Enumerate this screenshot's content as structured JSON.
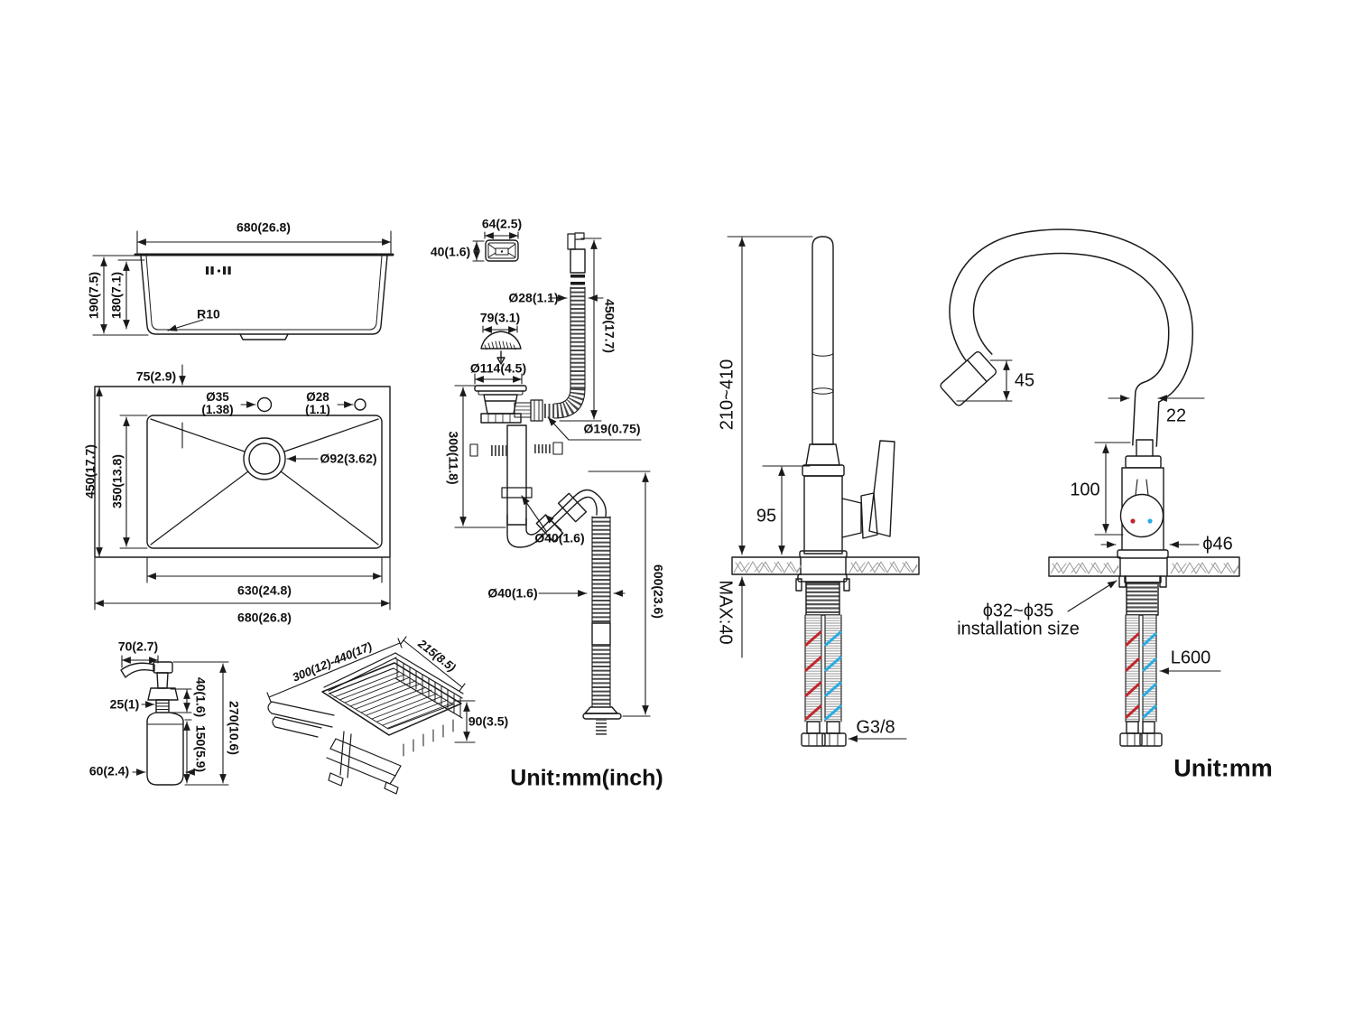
{
  "colors": {
    "line": "#1a1a1a",
    "hot": "#c1272d",
    "cold": "#29abe2",
    "hatch": "#9a9a9a"
  },
  "sink_side": {
    "width": "680(26.8)",
    "outer_height": "190(7.5)",
    "inner_height": "180(7.1)",
    "corner_radius": "R10"
  },
  "sink_top": {
    "hole_offset": "75(2.9)",
    "left_hole_mm": "Ø35",
    "left_hole_inch": "(1.38)",
    "right_hole_mm": "Ø28",
    "right_hole_inch": "(1.1)",
    "drain_diameter": "Ø92(3.62)",
    "outer_height": "450(17.7)",
    "inner_height": "350(13.8)",
    "inner_width": "630(24.8)",
    "outer_width": "680(26.8)"
  },
  "dispenser": {
    "spout_length": "70(2.7)",
    "neck_diameter": "25(1)",
    "thread_height": "40(1.6)",
    "bottle_height": "150(5.9)",
    "total_height": "270(10.6)",
    "bottle_diameter": "60(2.4)"
  },
  "rack": {
    "length_range": "300(12)-440(17)",
    "depth": "215(8.5)",
    "height": "90(3.5)"
  },
  "drain": {
    "cover_width": "64(2.5)",
    "cover_height": "40(1.6)",
    "overflow_hose_diameter": "Ø28(1.1)",
    "strainer_width": "79(3.1)",
    "flange_diameter": "Ø114(4.5)",
    "overflow_height": "450(17.7)",
    "barb_diameter": "Ø19(0.75)",
    "tailpipe_height": "300(11.8)",
    "trap_diameter": "Ø40(1.6)",
    "waste_hose_diameter": "Ø40(1.6)",
    "waste_hose_length": "600(23.6)"
  },
  "faucet_side": {
    "height_range": "210~410",
    "body_height": "95",
    "max_counter_thickness": "MAX:40",
    "thread_size": "G3/8"
  },
  "faucet_front": {
    "tip_length": "45",
    "pipe_diameter": "22",
    "body_height": "100",
    "base_diameter": "ϕ46",
    "install_range": "ϕ32~ϕ35",
    "install_label": "installation size",
    "hose_length": "L600"
  },
  "units": {
    "left": "Unit:mm(inch)",
    "right": "Unit:mm"
  }
}
